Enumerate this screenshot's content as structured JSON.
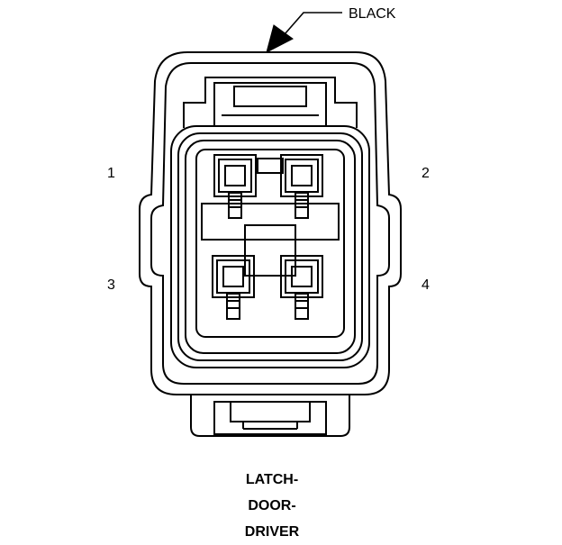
{
  "wire_color_label": "BLACK",
  "pins": [
    {
      "number": "1"
    },
    {
      "number": "2"
    },
    {
      "number": "3"
    },
    {
      "number": "4"
    }
  ],
  "connector_name_lines": [
    "LATCH-",
    "DOOR-",
    "DRIVER"
  ]
}
